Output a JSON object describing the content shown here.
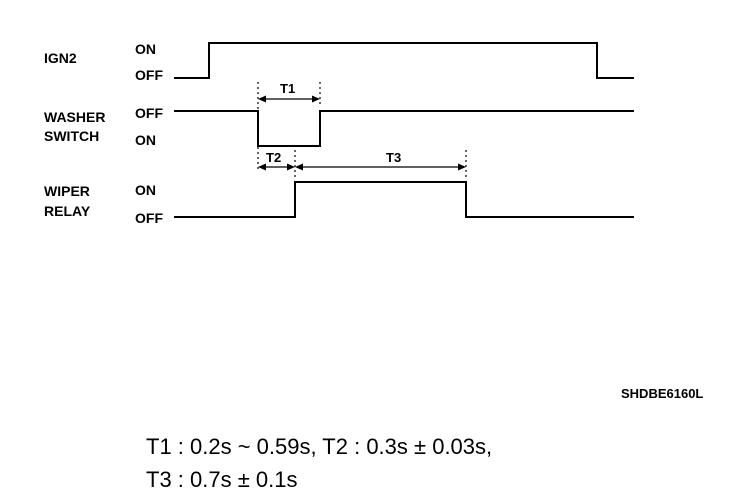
{
  "signals": [
    {
      "name_lines": [
        "IGN2"
      ],
      "states": [
        "ON",
        "OFF"
      ]
    },
    {
      "name_lines": [
        "WASHER",
        "SWITCH"
      ],
      "states": [
        "OFF",
        "ON"
      ]
    },
    {
      "name_lines": [
        "WIPER",
        "RELAY"
      ],
      "states": [
        "ON",
        "OFF"
      ]
    }
  ],
  "intervals": [
    "T1",
    "T2",
    "T3"
  ],
  "drawing_code": "SHDBE6160L",
  "legend": {
    "line1": "T1 : 0.2s ~ 0.59s, T2 : 0.3s ± 0.03s,",
    "line2": "T3 : 0.7s ± 0.1s"
  }
}
